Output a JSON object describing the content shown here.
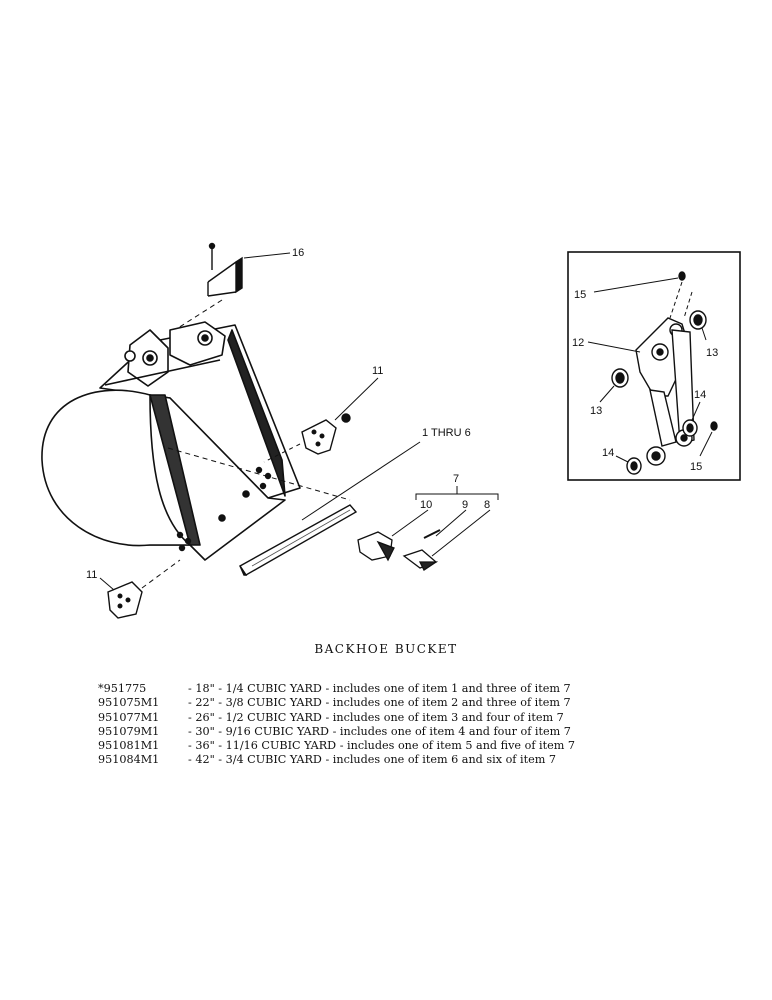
{
  "callouts": {
    "c16": "16",
    "c11a": "11",
    "c11b": "11",
    "c1thru6": "1 THRU 6",
    "c7": "7",
    "c10": "10",
    "c9": "9",
    "c8": "8",
    "c15a": "15",
    "c12": "12",
    "c13a": "13",
    "c13b": "13",
    "c14a": "14",
    "c14b": "14",
    "c15b": "15"
  },
  "caption": "BACKHOE BUCKET",
  "parts": [
    {
      "number": "*951775",
      "description": "- 18\" - 1/4 CUBIC YARD - includes one of item 1 and three of item 7"
    },
    {
      "number": "951075M1",
      "description": "- 22\" - 3/8 CUBIC YARD - includes one of item 2 and three of item 7"
    },
    {
      "number": "951077M1",
      "description": "- 26\" - 1/2 CUBIC YARD - includes one of item 3 and four of item 7"
    },
    {
      "number": "951079M1",
      "description": "- 30\" - 9/16 CUBIC YARD - includes one of item 4 and four of item 7"
    },
    {
      "number": "951081M1",
      "description": "- 36\" - 11/16 CUBIC YARD - includes one of item 5 and five of item 7"
    },
    {
      "number": "951084M1",
      "description": "- 42\" - 3/4 CUBIC YARD - includes one of item 6 and six of item 7"
    }
  ]
}
